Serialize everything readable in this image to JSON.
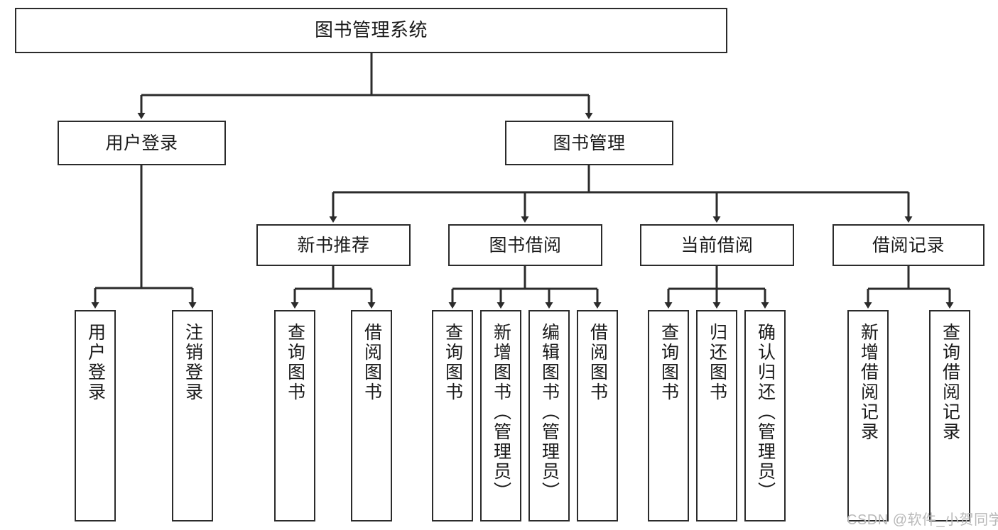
{
  "diagram": {
    "title": "图书管理系统",
    "type": "tree",
    "root": {
      "label": "图书管理系统"
    },
    "level2": [
      {
        "label": "用户登录"
      },
      {
        "label": "图书管理"
      }
    ],
    "level3": [
      {
        "label": "新书推荐"
      },
      {
        "label": "图书借阅"
      },
      {
        "label": "当前借阅"
      },
      {
        "label": "借阅记录"
      }
    ],
    "leaves": {
      "user_login": [
        {
          "label": "用户登录"
        },
        {
          "label": "注销登录"
        }
      ],
      "new_book_recommend": [
        {
          "label": "查询图书"
        },
        {
          "label": "借阅图书"
        }
      ],
      "book_borrow": [
        {
          "label": "查询图书"
        },
        {
          "label": "新增图书（管理员）"
        },
        {
          "label": "编辑图书（管理员）"
        },
        {
          "label": "借阅图书"
        }
      ],
      "current_borrow": [
        {
          "label": "查询图书"
        },
        {
          "label": "归还图书"
        },
        {
          "label": "确认归还（管理员）"
        }
      ],
      "borrow_record": [
        {
          "label": "新增借阅记录"
        },
        {
          "label": "查询借阅记录"
        }
      ]
    },
    "colors": {
      "border": "#2b2b2b",
      "background": "#ffffff",
      "text": "#1a1a1a",
      "watermark": "#b9b9b9"
    }
  },
  "watermark": {
    "text": "CSDN @软件_小贺同学"
  }
}
